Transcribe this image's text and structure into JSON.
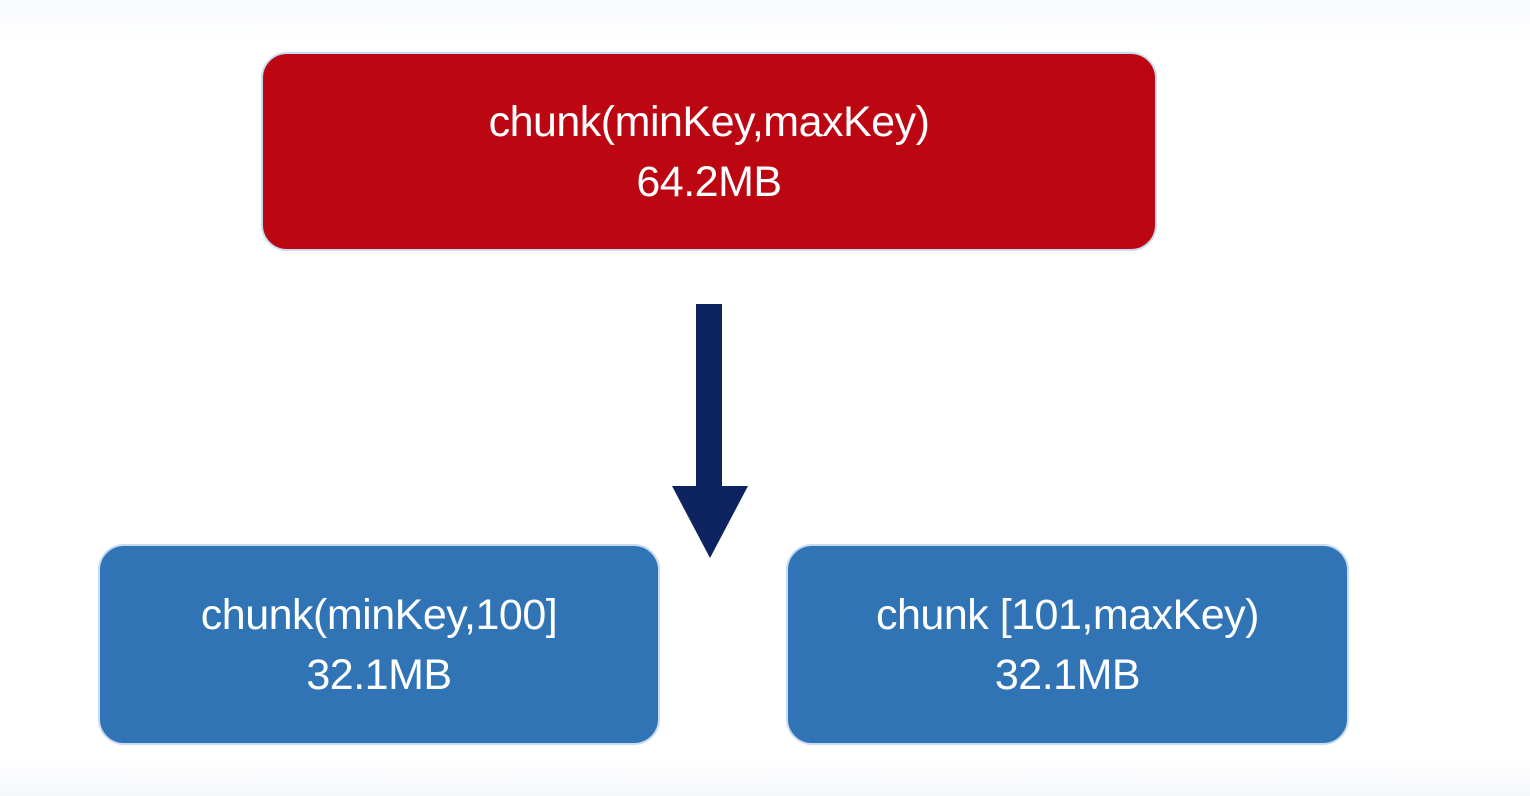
{
  "diagram": {
    "parent": {
      "range": "chunk(minKey,maxKey)",
      "size": "64.2MB",
      "color": "#bc0612"
    },
    "children": [
      {
        "range": "chunk(minKey,100]",
        "size": "32.1MB",
        "color": "#3174b6"
      },
      {
        "range": "chunk [101,maxKey)",
        "size": "32.1MB",
        "color": "#3174b6"
      }
    ],
    "arrow_color": "#0d2460"
  }
}
